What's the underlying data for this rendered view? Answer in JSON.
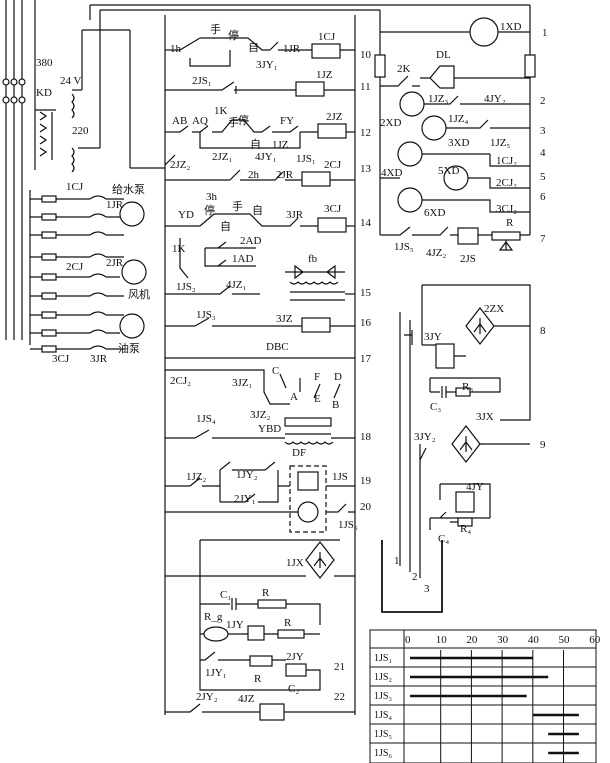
{
  "supply": {
    "voltage_380": "380",
    "breaker": "KD",
    "control_24v": "24 V",
    "control_220": "220"
  },
  "motors": [
    {
      "contactor": "1CJ",
      "relay": "1JR",
      "name": "给水泵"
    },
    {
      "contactor": "2CJ",
      "relay": "2JR",
      "name": "风机"
    },
    {
      "contactor": "3CJ",
      "relay": "3JR",
      "name": "油泵"
    }
  ],
  "rung_numbers": [
    "1",
    "2",
    "3",
    "4",
    "5",
    "6",
    "7",
    "8",
    "9",
    "10",
    "11",
    "12",
    "13",
    "14",
    "15",
    "16",
    "17",
    "18",
    "19",
    "20",
    "21",
    "22"
  ],
  "components": {
    "manual": "手",
    "stop": "停",
    "auto": "自",
    "c_1h": "1h",
    "c_2h": "2h",
    "c_3h": "3h",
    "c_3jy1": "3JY₁",
    "c_1jr": "1JR",
    "c_1cj": "1CJ",
    "c_2js1": "2JS₁",
    "c_1jz": "1JZ",
    "c_ab": "AB",
    "c_aq": "AQ",
    "c_1k": "1K",
    "c_fy": "FY",
    "c_2jz": "2JZ",
    "c_2jz1": "2JZ₁",
    "c_4jy1": "4JY₁",
    "c_1jz_b": "1JZ",
    "c_1js1": "1JS₁",
    "c_2jz2": "2JZ₂",
    "c_2jr": "2JR",
    "c_2cj": "2CJ",
    "c_yd": "YD",
    "c_3jr": "3JR",
    "c_3cj": "3CJ",
    "c_1k_b": "1K",
    "c_2ad": "2AD",
    "c_1ad": "1AD",
    "c_fb": "fb",
    "c_1js2": "1JS₂",
    "c_4jz1": "4JZ₁",
    "c_1js3": "1JS₃",
    "c_3jz": "3JZ",
    "c_2cj2": "2CJ₂",
    "c_dbc": "DBC",
    "c_3jz1": "3JZ₁",
    "c_3jz2": "3JZ₂",
    "p_c": "C",
    "p_f": "F",
    "p_d": "D",
    "p_a": "A",
    "p_e": "E",
    "p_b": "B",
    "c_1js4": "1JS₄",
    "c_ybd": "YBD",
    "c_df": "DF",
    "c_1jz2": "1JZ₂",
    "c_1jy2": "1JY₂",
    "c_2jy1": "2JY₁",
    "c_1js": "1JS",
    "c_1js6": "1JS₆",
    "c_1jx": "1JX",
    "c_c1": "C₁",
    "c_r": "R",
    "c_rg": "R_g",
    "c_1jy": "1JY",
    "c_1jy1": "1JY₁",
    "c_2jy": "2JY",
    "c_c2": "C₂",
    "c_2jy2": "2JY₂",
    "c_4jz": "4JZ",
    "c_1xd": "1XD",
    "c_dl": "DL",
    "c_2k": "2K",
    "c_1jz3": "1JZ₃",
    "c_4jy2": "4JY₂",
    "c_2xd": "2XD",
    "c_1jz4": "1JZ₄",
    "c_3xd": "3XD",
    "c_1jz5": "1JZ₅",
    "c_1cj2": "1CJ₂",
    "c_4xd": "4XD",
    "c_5xd": "5XD",
    "c_2cj2b": "2CJ₂",
    "c_6xd": "6XD",
    "c_3cj2": "3CJ₂",
    "c_1js5": "1JS₅",
    "c_4jz2": "4JZ₂",
    "c_2js": "2JS",
    "c_r2": "R",
    "c_2zx": "2ZX",
    "c_3jy": "3JY",
    "c_c3": "C₃",
    "c_r3": "R₃",
    "c_3jx": "3JX",
    "c_3jy2": "3JY₂",
    "c_4jy": "4JY",
    "c_c4": "C₄",
    "c_r4": "R₄",
    "probe_1": "1",
    "probe_2": "2",
    "probe_3": "3"
  },
  "timing_chart": {
    "axis_ticks": [
      "0",
      "10",
      "20",
      "30",
      "40",
      "50",
      "60"
    ],
    "rows": [
      {
        "label": "1JS₁",
        "start": 0,
        "end": 40
      },
      {
        "label": "1JS₂",
        "start": 0,
        "end": 45
      },
      {
        "label": "1JS₃",
        "start": 0,
        "end": 38
      },
      {
        "label": "1JS₄",
        "start": 40,
        "end": 55
      },
      {
        "label": "1JS₅",
        "start": 45,
        "end": 55
      },
      {
        "label": "1JS₆",
        "start": 45,
        "end": 55
      }
    ]
  }
}
